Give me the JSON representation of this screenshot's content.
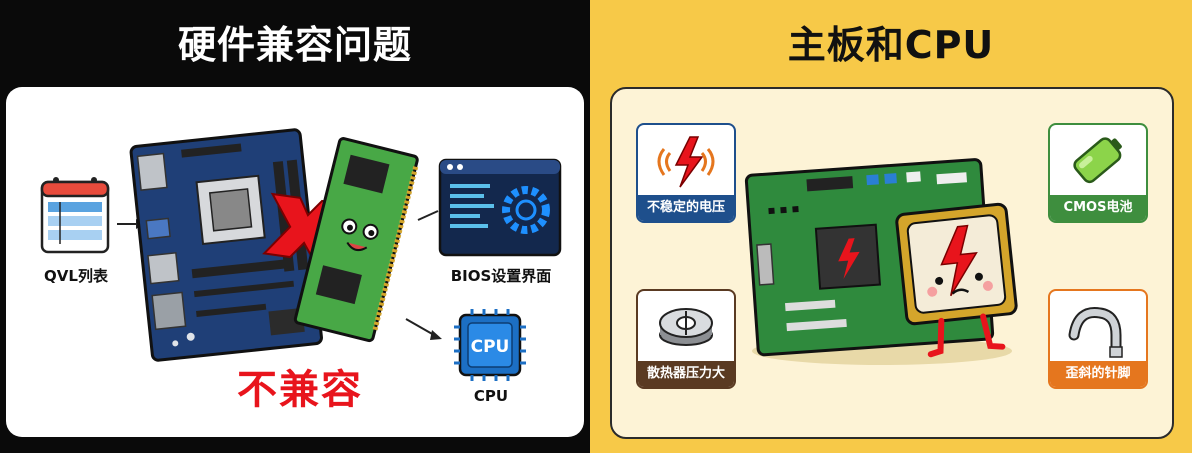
{
  "left": {
    "title": "硬件兼容问题",
    "qvl_label": "QVL列表",
    "bios_label": "BIOS设置界面",
    "cpu_label": "CPU",
    "cpu_chip_text": "CPU",
    "incompatible_label": "不兼容"
  },
  "right": {
    "title": "主板和CPU",
    "badges": {
      "unstable_voltage": "不稳定的电压",
      "cmos_battery": "CMOS电池",
      "cooler_pressure": "散热器压力大",
      "bent_pins": "歪斜的针脚"
    }
  },
  "colors": {
    "incompatible_red": "#e8141c",
    "badge_blue": "#1e4f8c",
    "badge_green": "#3e8e3e",
    "badge_brown": "#5a3a22",
    "badge_orange": "#e5761e"
  }
}
